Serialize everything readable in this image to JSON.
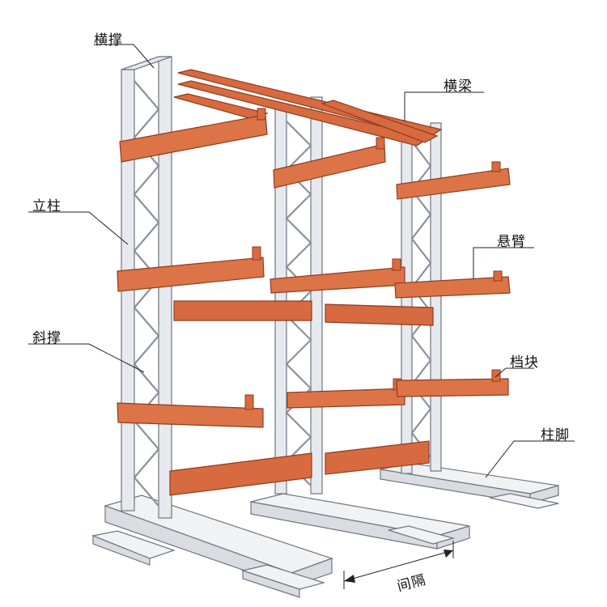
{
  "labels": {
    "bracing_top": "横撑",
    "crossbeam": "横梁",
    "upright": "立柱",
    "arm": "悬臂",
    "diagonal_brace": "斜撑",
    "stopper": "档块",
    "base_foot": "柱脚",
    "spacing": "间隔"
  },
  "colors": {
    "arm": "#dc7448",
    "steel": "#e6e9ee",
    "outline": "#6f7681"
  }
}
